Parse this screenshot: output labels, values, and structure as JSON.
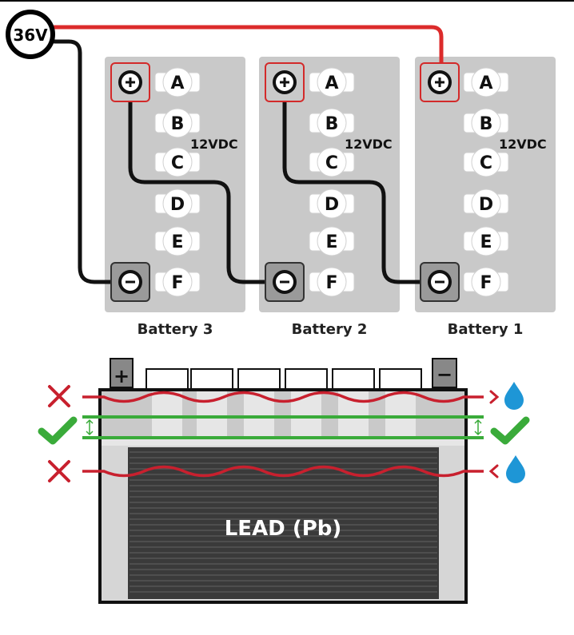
{
  "top_diagram": {
    "total_voltage_label": "36V",
    "batteries": [
      {
        "name": "Battery 3",
        "voltage": "12VDC",
        "positive_symbol": "+",
        "negative_symbol": "−",
        "cells": [
          "A",
          "B",
          "C",
          "D",
          "E",
          "F"
        ]
      },
      {
        "name": "Battery 2",
        "voltage": "12VDC",
        "positive_symbol": "+",
        "negative_symbol": "−",
        "cells": [
          "A",
          "B",
          "C",
          "D",
          "E",
          "F"
        ]
      },
      {
        "name": "Battery 1",
        "voltage": "12VDC",
        "positive_symbol": "+",
        "negative_symbol": "−",
        "cells": [
          "A",
          "B",
          "C",
          "D",
          "E",
          "F"
        ]
      }
    ]
  },
  "bottom_diagram": {
    "positive_terminal": "+",
    "negative_terminal": "−",
    "plate_label": "LEAD (Pb)",
    "levels": [
      {
        "status": "incorrect",
        "icon": "cross-icon",
        "note_icon": "water-drop-icon",
        "comparator": ">"
      },
      {
        "status": "correct",
        "icon": "check-icon"
      },
      {
        "status": "incorrect",
        "icon": "cross-icon",
        "note_icon": "water-drop-icon",
        "comparator": "<"
      }
    ],
    "colors": {
      "wire_positive": "#dc2b2b",
      "wire_negative": "#111111",
      "correct": "#3aab3a",
      "incorrect": "#c8202e",
      "water": "#1e96d6",
      "battery_body": "#c9c9c9"
    }
  }
}
